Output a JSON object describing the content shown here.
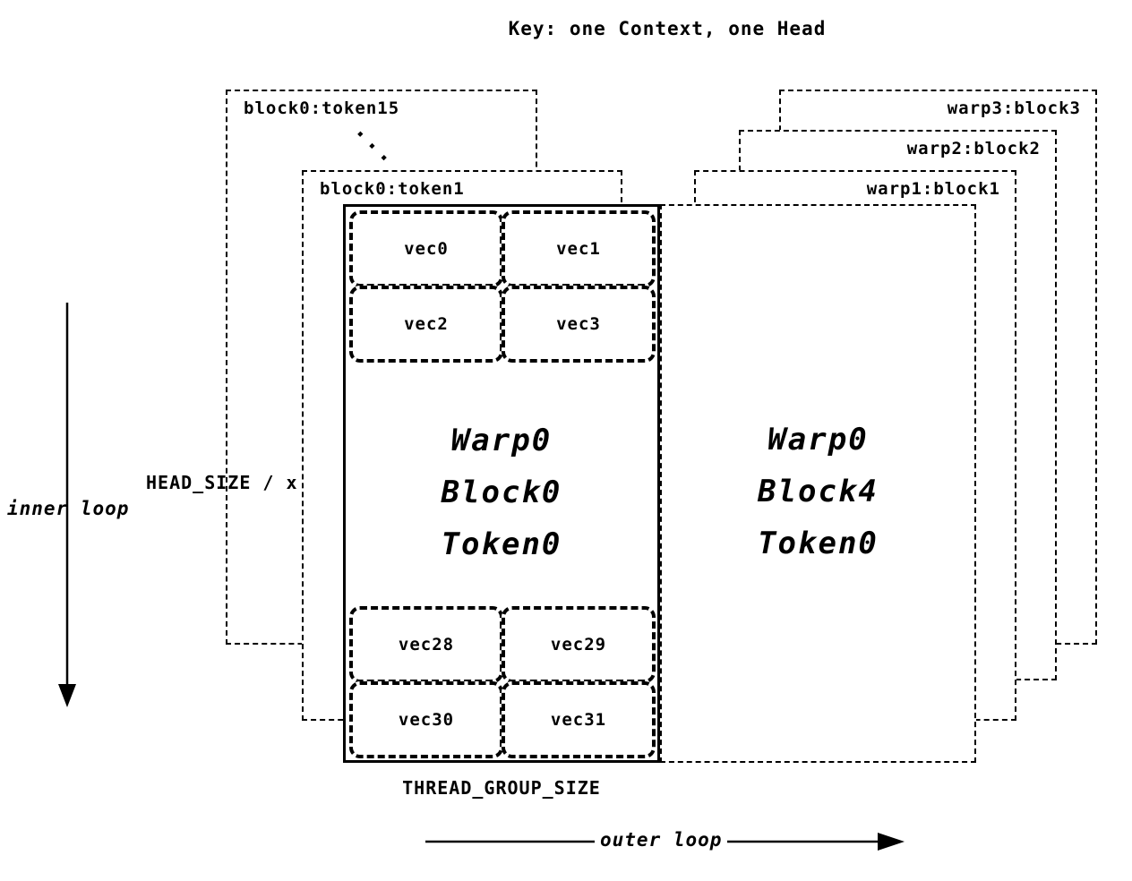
{
  "diagram": {
    "title": "Key: one Context, one Head",
    "left_stack": {
      "back_label": "block0:token15",
      "dots": "···",
      "front_label": "block0:token1"
    },
    "right_stack": {
      "layer3": "warp3:block3",
      "layer2": "warp2:block2",
      "layer1": "warp1:block1"
    },
    "main_block": {
      "vectors_top": [
        "vec0",
        "vec1",
        "vec2",
        "vec3"
      ],
      "vectors_bottom": [
        "vec28",
        "vec29",
        "vec30",
        "vec31"
      ],
      "lines": [
        "Warp0",
        "Block0",
        "Token0"
      ]
    },
    "right_block": {
      "lines": [
        "Warp0",
        "Block4",
        "Token0"
      ]
    },
    "annotations": {
      "inner_loop": "inner loop",
      "head_size": "HEAD_SIZE / x",
      "thread_group_size": "THREAD_GROUP_SIZE",
      "outer_loop": "outer loop"
    }
  }
}
